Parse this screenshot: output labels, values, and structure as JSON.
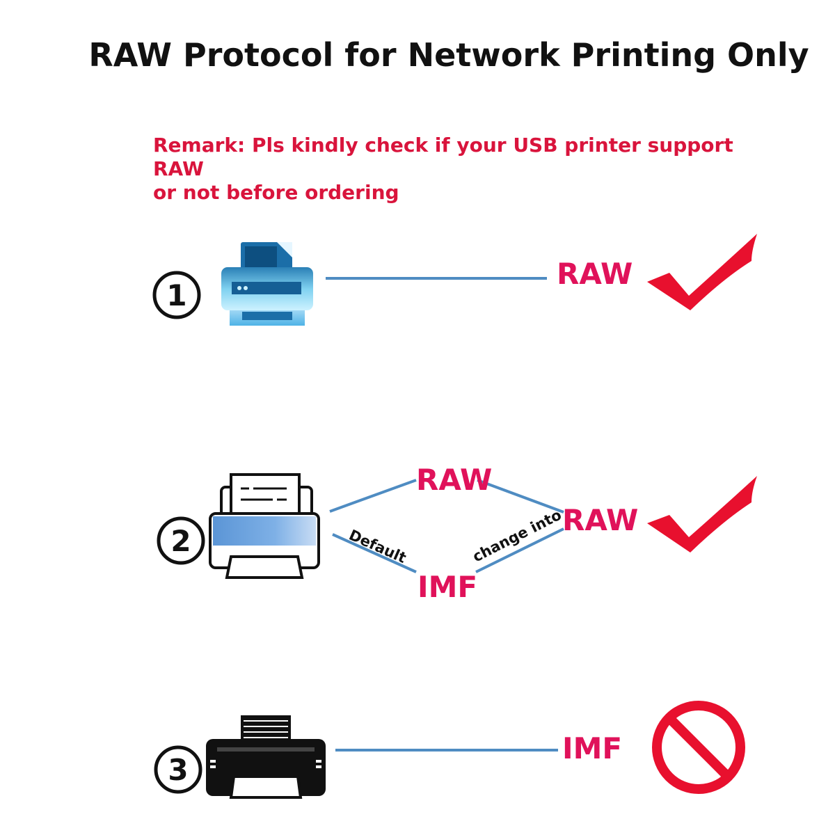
{
  "title": "RAW Protocol for Network Printing Only",
  "remark": {
    "line1": "Remark: Pls kindly check if your USB printer support RAW",
    "line2": "or not before ordering"
  },
  "rows": [
    {
      "number": "1",
      "result_label": "RAW",
      "status_icon": "check-icon",
      "printer_icon": "blue-printer-icon"
    },
    {
      "number": "2",
      "top_label": "RAW",
      "bottom_label": "IMF",
      "default_label": "Default",
      "change_label": "change into",
      "result_label": "RAW",
      "status_icon": "check-icon",
      "printer_icon": "outline-printer-icon"
    },
    {
      "number": "3",
      "result_label": "IMF",
      "status_icon": "prohibited-icon",
      "printer_icon": "black-printer-icon"
    }
  ],
  "colors": {
    "accent": "#e0125a",
    "line": "#4f8cc2",
    "check": "#e8102e",
    "remark": "#d9143c"
  }
}
